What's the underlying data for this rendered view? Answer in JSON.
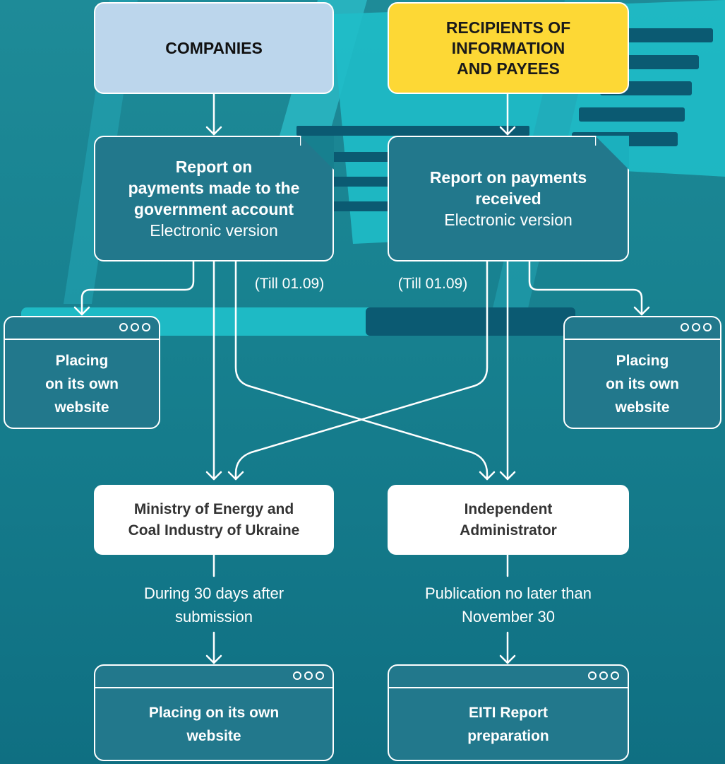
{
  "companies": {
    "label": "COMPANIES"
  },
  "recipients": {
    "lines": [
      "RECIPIENTS OF",
      "INFORMATION",
      "AND PAYEES"
    ]
  },
  "report_companies": {
    "title_lines": [
      "Report on",
      "payments made to the",
      "government account"
    ],
    "subtitle": "Electronic version"
  },
  "report_recipients": {
    "title_lines": [
      "Report on payments",
      "received"
    ],
    "subtitle": "Electronic version"
  },
  "deadline_left": "(Till 01.09)",
  "deadline_right": "(Till 01.09)",
  "website_left": {
    "lines": [
      "Placing",
      "on its own",
      "website"
    ]
  },
  "website_right": {
    "lines": [
      "Placing",
      "on its own",
      "website"
    ]
  },
  "ministry": {
    "lines": [
      "Ministry of Energy and",
      "Coal Industry of Ukraine"
    ]
  },
  "administrator": {
    "lines": [
      "Independent",
      "Administrator"
    ]
  },
  "ministry_note": {
    "lines": [
      "During 30 days after",
      "submission"
    ]
  },
  "administrator_note": {
    "lines": [
      "Publication no later than",
      "November 30"
    ]
  },
  "final_left": {
    "lines": [
      "Placing on its own",
      "website"
    ]
  },
  "final_right": {
    "lines": [
      "EITI Report",
      "preparation"
    ]
  },
  "colors": {
    "background": "#17808f",
    "companies_box": "#bcd6ec",
    "recipients_box": "#fdd835",
    "panel": "#22788c",
    "accent_cyan": "#1fbdc8",
    "accent_dark": "#0b5a72",
    "line": "#ffffff"
  }
}
